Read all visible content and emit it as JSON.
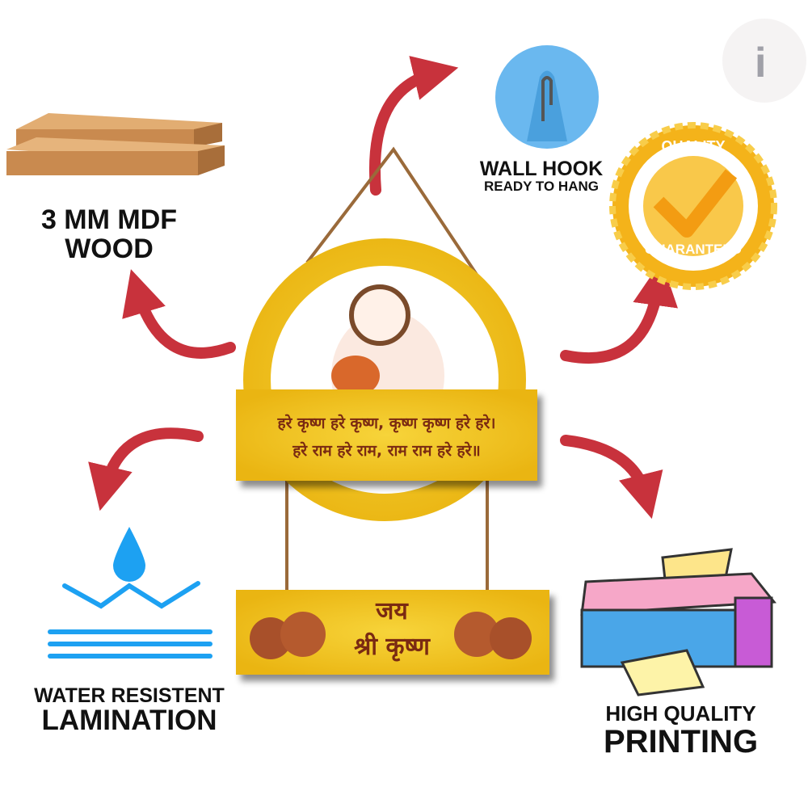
{
  "features": {
    "wood": {
      "line1": "3 MM MDF",
      "line2": "WOOD"
    },
    "hook": {
      "title": "WALL HOOK",
      "subtitle": "READY TO HANG"
    },
    "quality_badge": {
      "top": "QUALITY",
      "bottom": "GUARANTEED"
    },
    "lamination": {
      "line1": "WATER RESISTENT",
      "line2": "LAMINATION"
    },
    "printing": {
      "line1": "HIGH QUALITY",
      "line2": "PRINTING"
    }
  },
  "product": {
    "mantra_line1": "हरे कृष्ण हरे कृष्ण, कृष्ण कृष्ण हरे हरे।",
    "mantra_line2": "हरे राम हरे राम, राम राम हरे हरे॥",
    "plank_line1": "जय",
    "plank_line2": "श्री कृष्ण"
  },
  "logo": {
    "letter": "i"
  },
  "colors": {
    "arrow": "#c8323c",
    "yellow": "#f2c21b",
    "text_dark": "#7a2a12"
  }
}
